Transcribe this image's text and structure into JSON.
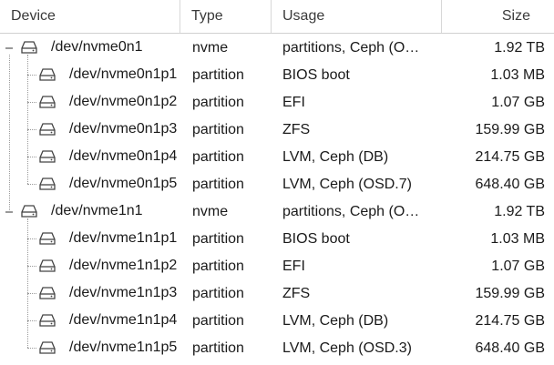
{
  "columns": {
    "device": "Device",
    "type": "Type",
    "usage": "Usage",
    "size": "Size"
  },
  "disks": [
    {
      "name": "/dev/nvme0n1",
      "type": "nvme",
      "usage": "partitions, Ceph (O…",
      "size": "1.92 TB",
      "icon": "disk-icon",
      "expanded": true,
      "partitions": [
        {
          "name": "/dev/nvme0n1p1",
          "type": "partition",
          "usage": "BIOS boot",
          "size": "1.03 MB"
        },
        {
          "name": "/dev/nvme0n1p2",
          "type": "partition",
          "usage": "EFI",
          "size": "1.07 GB"
        },
        {
          "name": "/dev/nvme0n1p3",
          "type": "partition",
          "usage": "ZFS",
          "size": "159.99 GB"
        },
        {
          "name": "/dev/nvme0n1p4",
          "type": "partition",
          "usage": "LVM, Ceph (DB)",
          "size": "214.75 GB"
        },
        {
          "name": "/dev/nvme0n1p5",
          "type": "partition",
          "usage": "LVM, Ceph (OSD.7)",
          "size": "648.40 GB"
        }
      ]
    },
    {
      "name": "/dev/nvme1n1",
      "type": "nvme",
      "usage": "partitions, Ceph (O…",
      "size": "1.92 TB",
      "icon": "disk-icon",
      "expanded": true,
      "partitions": [
        {
          "name": "/dev/nvme1n1p1",
          "type": "partition",
          "usage": "BIOS boot",
          "size": "1.03 MB"
        },
        {
          "name": "/dev/nvme1n1p2",
          "type": "partition",
          "usage": "EFI",
          "size": "1.07 GB"
        },
        {
          "name": "/dev/nvme1n1p3",
          "type": "partition",
          "usage": "ZFS",
          "size": "159.99 GB"
        },
        {
          "name": "/dev/nvme1n1p4",
          "type": "partition",
          "usage": "LVM, Ceph (DB)",
          "size": "214.75 GB"
        },
        {
          "name": "/dev/nvme1n1p5",
          "type": "partition",
          "usage": "LVM, Ceph (OSD.3)",
          "size": "648.40 GB"
        }
      ]
    }
  ]
}
